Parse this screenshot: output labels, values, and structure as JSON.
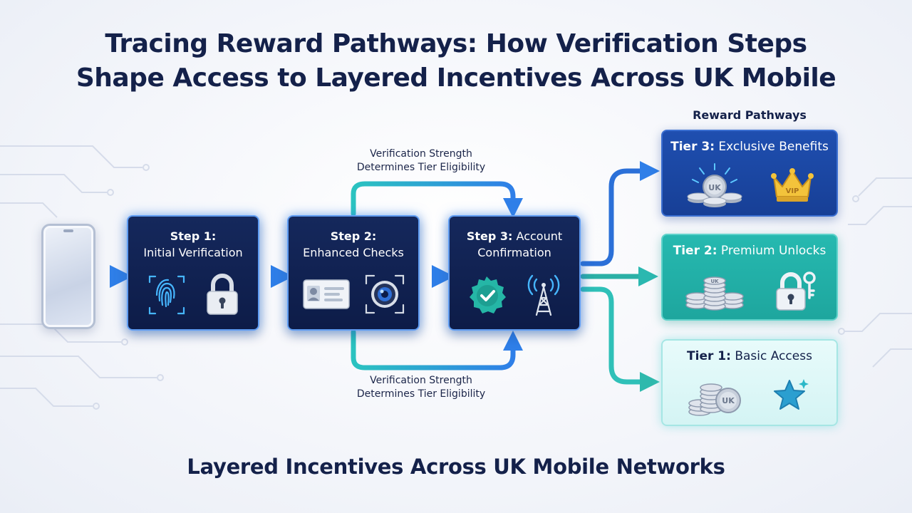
{
  "title": {
    "line1": "Tracing Reward Pathways: How Verification Steps",
    "line2": "Shape Access to Layered Incentives Across UK Mobile"
  },
  "steps": [
    {
      "num": "Step 1:",
      "label": "Initial Verification",
      "icons": [
        "fingerprint-icon",
        "padlock-icon"
      ]
    },
    {
      "num": "Step 2:",
      "label": "Enhanced Checks",
      "icons": [
        "id-card-icon",
        "camera-lens-icon"
      ]
    },
    {
      "num": "Step 3:",
      "label_inline": "Account",
      "label": "Confirmation",
      "icons": [
        "verified-badge-icon",
        "signal-tower-icon"
      ]
    }
  ],
  "notes": {
    "top": {
      "line1": "Verification Strength",
      "line2": "Determines Tier Eligibility"
    },
    "bottom": {
      "line1": "Verification Strength",
      "line2": "Determines Tier Eligibility"
    }
  },
  "pathways": {
    "heading": "Reward Pathways",
    "tiers": [
      {
        "num": "Tier 3:",
        "label": "Exclusive Benefits",
        "icons": [
          "coin-stack-icon",
          "vip-crown-icon"
        ],
        "coin_text": "UK",
        "crown_text": "VIP",
        "color": "#1f4fb0"
      },
      {
        "num": "Tier 2:",
        "label": "Premium Unlocks",
        "icons": [
          "coin-stack-icon",
          "padlock-key-icon"
        ],
        "coin_text": "UK",
        "color": "#26b9b0"
      },
      {
        "num": "Tier 1:",
        "label": "Basic Access",
        "icons": [
          "coin-stack-icon",
          "star-icon"
        ],
        "coin_text": "UK",
        "color": "#d4f4f4"
      }
    ]
  },
  "footer": "Layered Incentives Across UK Mobile Networks",
  "colors": {
    "navy": "#14214a",
    "flow_blue": "#3f8ef0",
    "teal": "#2bb8b0"
  }
}
